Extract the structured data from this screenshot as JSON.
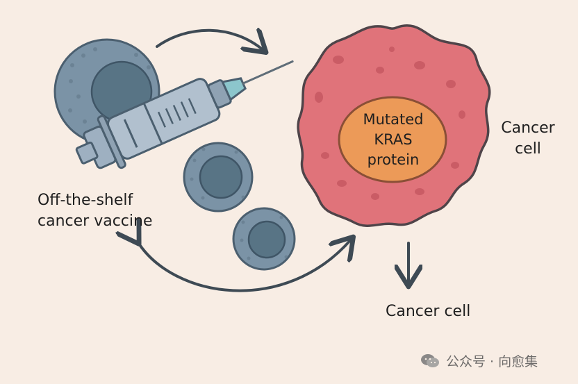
{
  "diagram": {
    "vaccine_label": [
      "Off-the-shelf",
      "cancer vaccine"
    ],
    "protein_label": [
      "Mutated",
      "KRAS",
      "protein"
    ],
    "cell_label_right": [
      "Cancer",
      "cell"
    ],
    "cell_label_bottom": "Cancer cell",
    "colors": {
      "background": "#f8ede4",
      "immune_cell": "#7b93a6",
      "immune_nucleus": "#587485",
      "cancer_cell": "#e0737a",
      "cancer_outline": "#4f4449",
      "protein": "#ec9a58",
      "syringe_body": "#9eb0c1",
      "needle_tip": "#8cc6cc",
      "arrow": "#3e4a54"
    },
    "icons": [
      "syringe-icon",
      "immune-cell-icon",
      "cancer-cell-icon",
      "arrow-icon"
    ]
  },
  "watermark": {
    "text": "公众号 · 向愈集",
    "icon": "wechat-icon"
  }
}
